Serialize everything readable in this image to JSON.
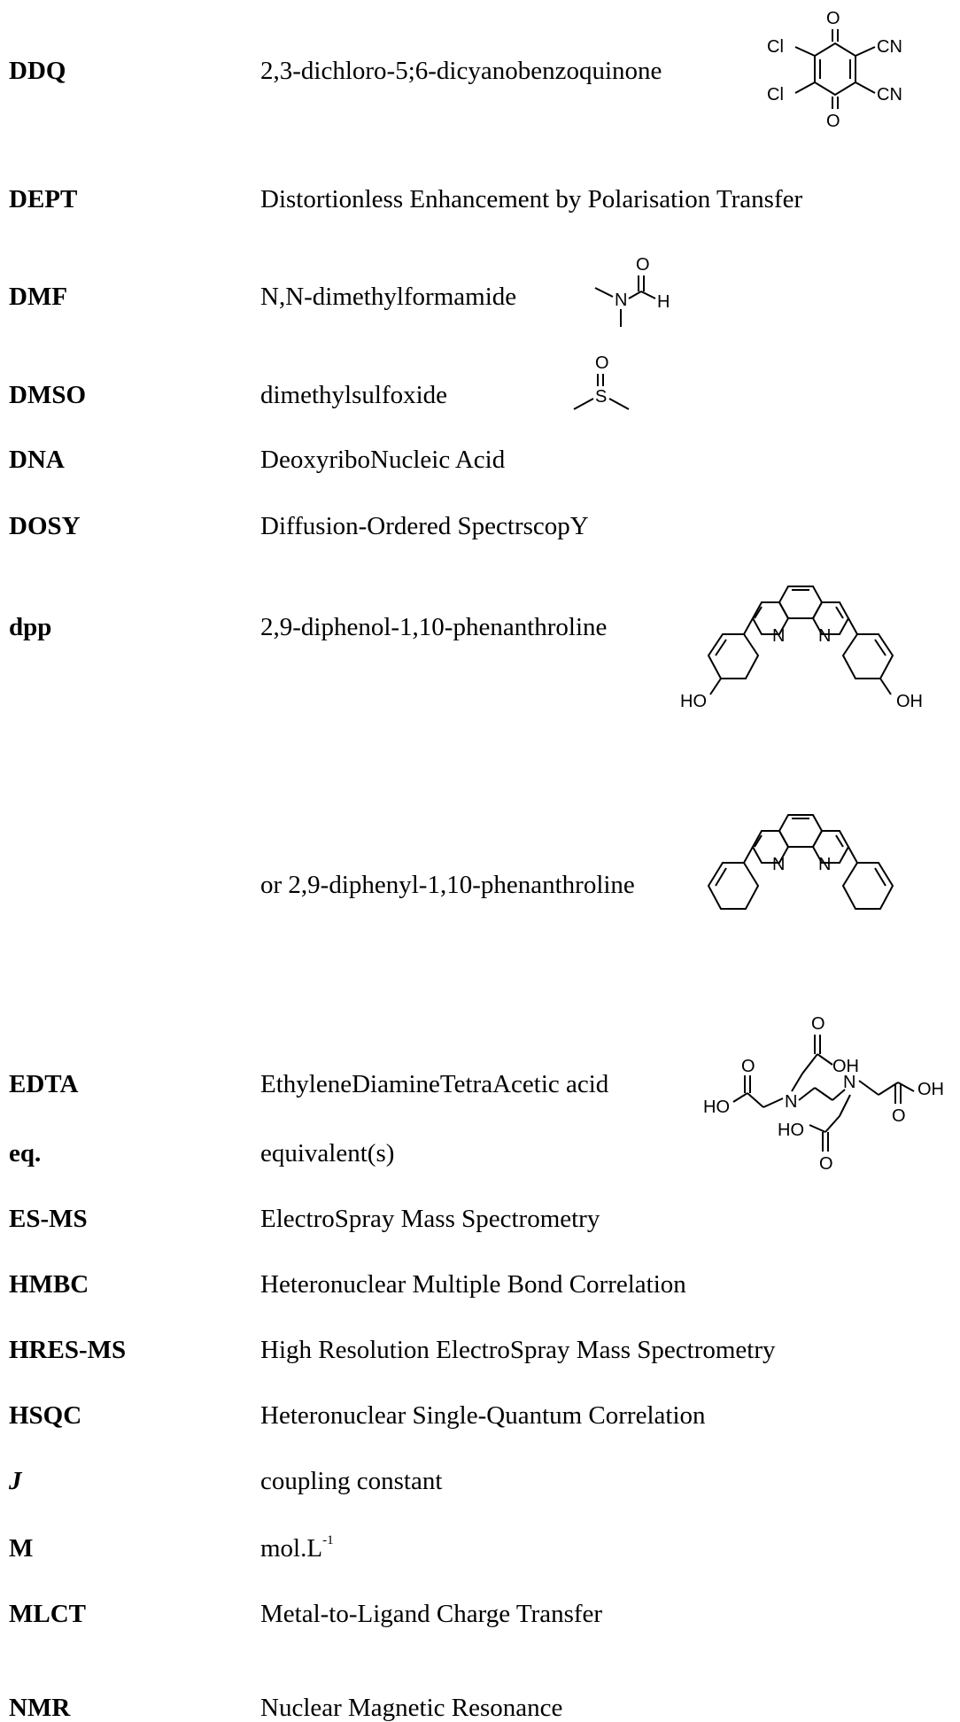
{
  "entries": [
    {
      "abbr": "DDQ",
      "def": "2,3-dichloro-5;6-dicyanobenzoquinone"
    },
    {
      "abbr": "DEPT",
      "def": "Distortionless Enhancement by Polarisation Transfer"
    },
    {
      "abbr": "DMF",
      "def": "N,N-dimethylformamide"
    },
    {
      "abbr": "DMSO",
      "def": "dimethylsulfoxide"
    },
    {
      "abbr": "DNA",
      "def": "DeoxyriboNucleic Acid"
    },
    {
      "abbr": "DOSY",
      "def": "Diffusion-Ordered SpectrscopY"
    },
    {
      "abbr": "dpp",
      "def": "2,9-diphenol-1,10-phenanthroline"
    },
    {
      "abbr": "",
      "def": "or 2,9-diphenyl-1,10-phenanthroline"
    },
    {
      "abbr": "EDTA",
      "def": "EthyleneDiamineTetraAcetic acid"
    },
    {
      "abbr": "eq.",
      "def": "equivalent(s)"
    },
    {
      "abbr": "ES-MS",
      "def": "ElectroSpray Mass Spectrometry"
    },
    {
      "abbr": "HMBC",
      "def": "Heteronuclear Multiple Bond Correlation"
    },
    {
      "abbr": "HRES-MS",
      "def": "High Resolution ElectroSpray Mass Spectrometry"
    },
    {
      "abbr": "HSQC",
      "def": "Heteronuclear Single-Quantum Correlation"
    },
    {
      "abbr": "J",
      "def": "coupling constant"
    },
    {
      "abbr": "M",
      "def": "mol.L",
      "def_sup": "-1"
    },
    {
      "abbr": "MLCT",
      "def": "Metal-to-Ligand Charge Transfer"
    },
    {
      "abbr": "NMR",
      "def": "Nuclear Magnetic Resonance"
    }
  ],
  "structures": {
    "ddq": {
      "o": "O",
      "cl": "Cl",
      "cn": "CN"
    },
    "dmf": {
      "o": "O",
      "n": "N",
      "h": "H"
    },
    "dmso": {
      "o": "O",
      "s": "S"
    },
    "dpp_phenol": {
      "n": "N",
      "ho": "HO",
      "oh": "OH"
    },
    "dpp_phenyl": {
      "n": "N"
    },
    "edta": {
      "o": "O",
      "oh": "OH",
      "ho": "HO",
      "n": "N"
    }
  }
}
